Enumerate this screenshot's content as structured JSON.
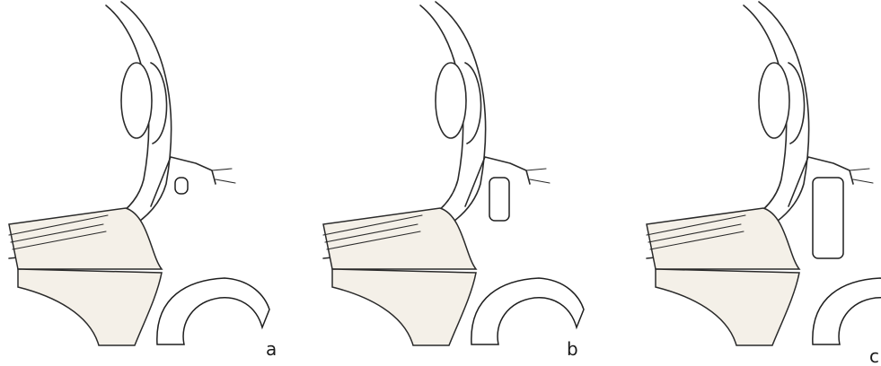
{
  "panels": [
    {
      "id": "a",
      "label": "a"
    },
    {
      "id": "b",
      "label": "b"
    },
    {
      "id": "c",
      "label": "c"
    }
  ],
  "colors": {
    "ink": "#2a2a2a",
    "background": "#ffffff",
    "stipple": "#3a3a3a"
  }
}
